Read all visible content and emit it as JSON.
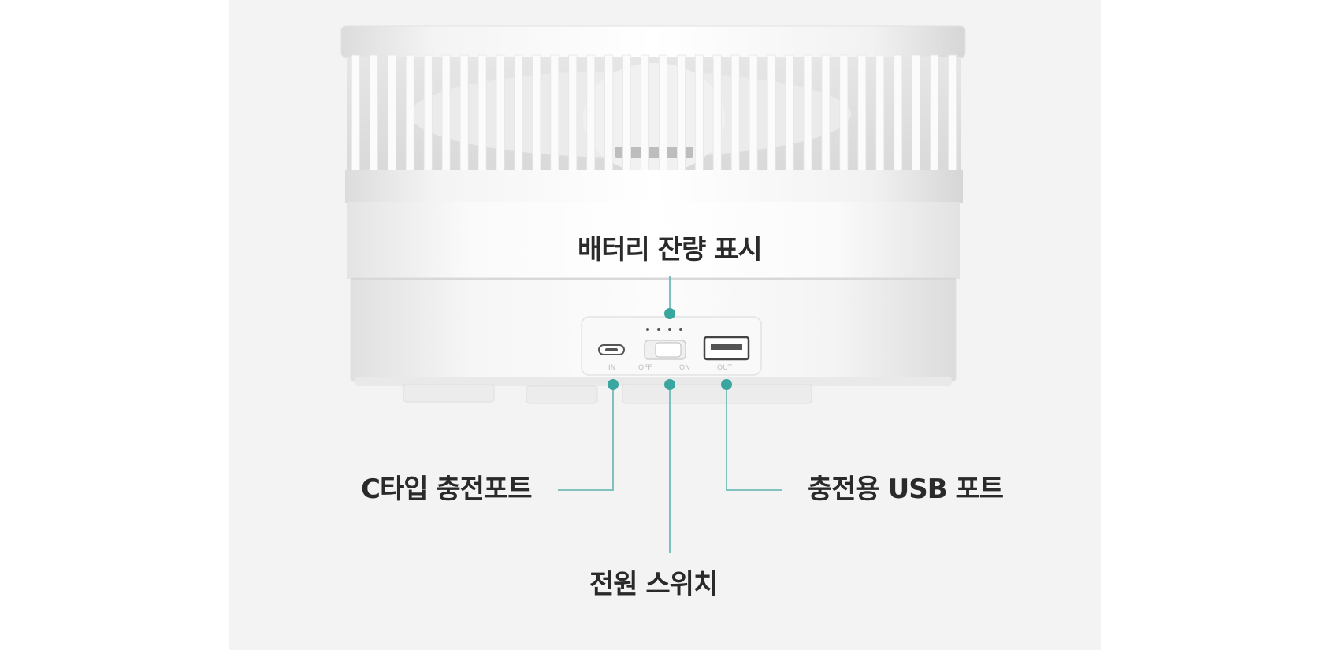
{
  "callouts": {
    "battery": "배터리 잔량 표시",
    "c_port": "C타입 충전포트",
    "power_switch": "전원 스위치",
    "usb_port": "충전용 USB 포트"
  },
  "port_labels": {
    "in": "IN",
    "off": "OFF",
    "on": "ON",
    "out": "OUT"
  },
  "colors": {
    "accent": "#3aa6a0",
    "background": "#f3f3f3",
    "text": "#2a2a2a"
  }
}
